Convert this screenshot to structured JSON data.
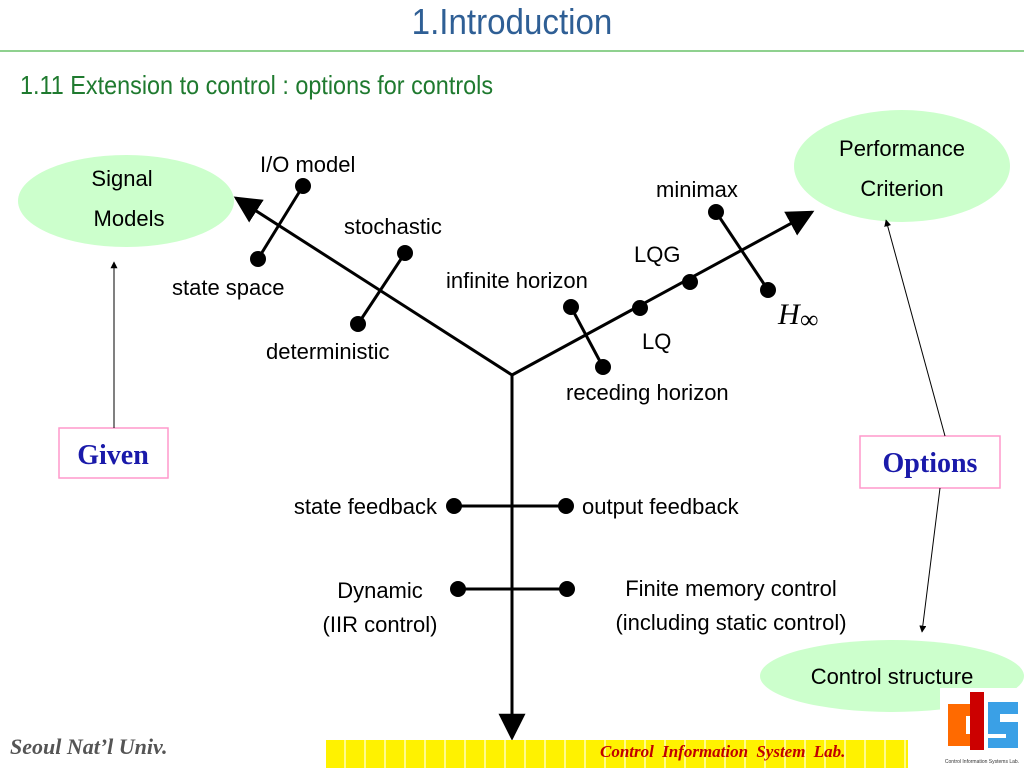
{
  "slide": {
    "title": "1.Introduction",
    "subtitle": "1.11 Extension to control : options for controls"
  },
  "ellipses": {
    "signal_line1": "Signal",
    "signal_line2": "Models",
    "performance_line1": "Performance",
    "performance_line2": "Criterion",
    "control_structure": "Control structure"
  },
  "boxes": {
    "given": "Given",
    "options": "Options"
  },
  "left_branch": {
    "io_model": "I/O model",
    "state_space": "state space",
    "stochastic": "stochastic",
    "deterministic": "deterministic"
  },
  "right_branch": {
    "minimax": "minimax",
    "h_inf_letter": "H",
    "h_inf_symbol": "∞",
    "lqg": "LQG",
    "infinite_horizon": "infinite horizon",
    "lq": "LQ",
    "receding_horizon": "receding horizon"
  },
  "trunk": {
    "state_feedback": "state feedback",
    "output_feedback": "output feedback",
    "dynamic_line1": "Dynamic",
    "dynamic_line2": "(IIR control)",
    "finite_line1": "Finite memory control",
    "finite_line2": "(including static control)"
  },
  "footer": {
    "university": "Seoul Nat’l Univ.",
    "lab": "Control Information System Lab.",
    "logo_text": "Control Information Systems Lab."
  },
  "colors": {
    "title": "#2f5f95",
    "subtitle": "#1f7a2f",
    "ellipse_fill": "#ccffcc",
    "box_text": "#1a1aaa",
    "box_border": "#ff99cc",
    "footer_bar": "#fff200",
    "footer_text": "#c00000"
  }
}
